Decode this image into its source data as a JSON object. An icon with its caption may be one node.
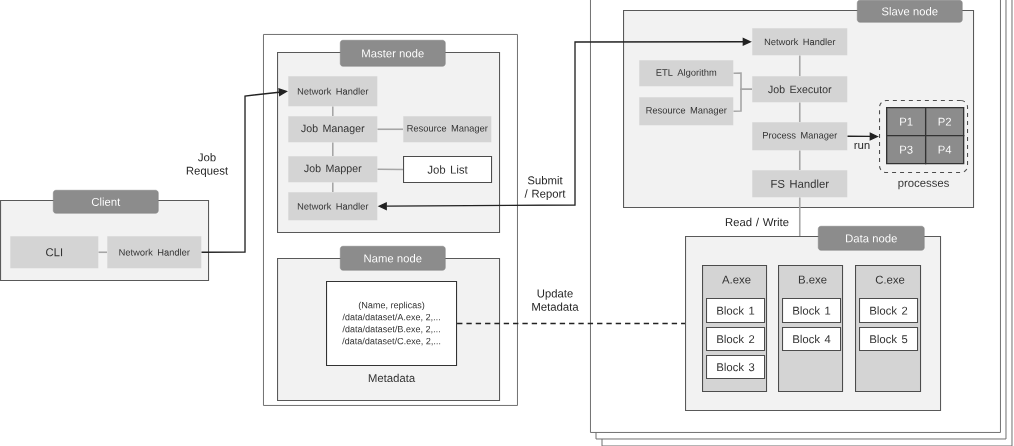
{
  "diagram": {
    "nodes": [
      {
        "text": [
          "Client"
        ]
      },
      {
        "text": [
          "CLI"
        ],
        "in": 0
      },
      {
        "text": [
          "Network Handler"
        ],
        "in": 0
      },
      {
        "text": [],
        "shape": "box"
      },
      {
        "text": [
          "Master node"
        ],
        "in": 3
      },
      {
        "text": [
          "Network Handler"
        ],
        "in": 4
      },
      {
        "text": [
          "Job Manager"
        ],
        "in": 4
      },
      {
        "text": [
          "Resource Manager"
        ],
        "in": 4
      },
      {
        "text": [
          "Job Mapper"
        ],
        "in": 4
      },
      {
        "text": [
          "Job List"
        ],
        "in": 4
      },
      {
        "text": [
          "Network Handler"
        ],
        "in": 4
      },
      {
        "text": [
          "Name node"
        ],
        "in": 3
      },
      {
        "text": [
          "(Name, replicas)",
          "/data/dataset/A.exe, 2,...",
          "/data/dataset/B.exe, 2,...",
          "/data/dataset/C.exe, 2,..."
        ],
        "beside": [
          "Metadata"
        ],
        "in": 11
      },
      {
        "text": [],
        "shape": "box"
      },
      {
        "text": [
          "Slave node"
        ],
        "in": 13
      },
      {
        "text": [
          "Network Handler"
        ],
        "in": 14
      },
      {
        "text": [
          "ETL Algorithm"
        ],
        "in": 14
      },
      {
        "text": [
          "Resource Manager"
        ],
        "in": 14
      },
      {
        "text": [
          "Job Executor"
        ],
        "in": 14
      },
      {
        "text": [
          "Process Manager"
        ],
        "in": 14
      },
      {
        "text": [],
        "shape": "box",
        "beside": [
          "processes"
        ],
        "in": 14
      },
      {
        "text": [
          "P1"
        ],
        "in": 20
      },
      {
        "text": [
          "P2"
        ],
        "in": 20
      },
      {
        "text": [
          "P3"
        ],
        "in": 20
      },
      {
        "text": [
          "P4"
        ],
        "in": 20
      },
      {
        "text": [
          "FS Handler"
        ],
        "in": 14
      },
      {
        "text": [
          "Data node"
        ],
        "in": 13
      },
      {
        "text": [
          "A.exe"
        ],
        "in": 26
      },
      {
        "text": [
          "Block 1"
        ],
        "in": 27
      },
      {
        "text": [
          "Block 2"
        ],
        "in": 27
      },
      {
        "text": [
          "Block 3"
        ],
        "in": 27
      },
      {
        "text": [
          "B.exe"
        ],
        "in": 26
      },
      {
        "text": [
          "Block 1"
        ],
        "in": 31
      },
      {
        "text": [
          "Block 4"
        ],
        "in": 31
      },
      {
        "text": [
          "C.exe"
        ],
        "in": 26
      },
      {
        "text": [
          "Block 2"
        ],
        "in": 34
      },
      {
        "text": [
          "Block 5"
        ],
        "in": 34
      }
    ],
    "edges": [
      {
        "from": 1,
        "to": 2,
        "arrow": "none"
      },
      {
        "from": 2,
        "to": 5,
        "arrow": "to",
        "label": "Job Request",
        "color": "#222222"
      },
      {
        "from": 10,
        "to": 15,
        "arrow": "both",
        "label": "Submit / Report",
        "color": "#222222"
      },
      {
        "from": 5,
        "to": 6,
        "arrow": "none"
      },
      {
        "from": 6,
        "to": 7,
        "arrow": "none"
      },
      {
        "from": 6,
        "to": 8,
        "arrow": "none"
      },
      {
        "from": 8,
        "to": 9,
        "arrow": "none"
      },
      {
        "from": 8,
        "to": 10,
        "arrow": "none"
      },
      {
        "from": 15,
        "to": 18,
        "arrow": "none"
      },
      {
        "from": 18,
        "to": 19,
        "arrow": "none"
      },
      {
        "from": 19,
        "to": 25,
        "arrow": "none"
      },
      {
        "from": 16,
        "to": 18,
        "arrow": "none"
      },
      {
        "from": 17,
        "to": 18,
        "arrow": "none"
      },
      {
        "from": 19,
        "to": 20,
        "arrow": "to",
        "label": "run",
        "color": "#222222"
      },
      {
        "from": 25,
        "to": 26,
        "arrow": "none",
        "label": "Read / Write"
      },
      {
        "from": 12,
        "to": 26,
        "arrow": "none",
        "label": "Update Metadata",
        "style": "dashed",
        "color": "#222222"
      }
    ]
  }
}
